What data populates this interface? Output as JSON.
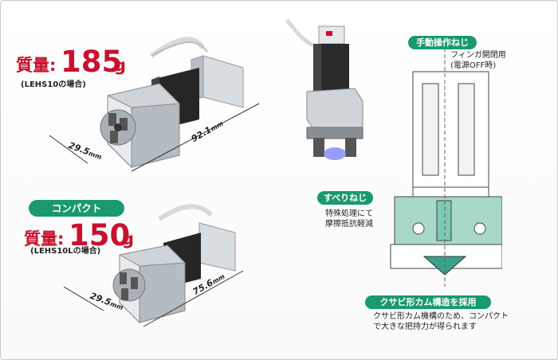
{
  "colors": {
    "accent_red": "#c8102e",
    "pill_green": "#1a9a6c",
    "teal": "#7ec8b4"
  },
  "top_product": {
    "mass_label": "質量:",
    "mass_value": "185",
    "mass_unit": "g",
    "model_note": "(LEHS10の場合)",
    "dim_width": "29.5",
    "dim_width_unit": "mm",
    "dim_length": "92.1",
    "dim_length_unit": "mm"
  },
  "bottom_product": {
    "badge": "コンパクト",
    "mass_label": "質量:",
    "mass_value": "150",
    "mass_unit": "g",
    "model_note": "(LEHS10Lの場合)",
    "dim_width": "29.5",
    "dim_width_unit": "mm",
    "dim_length": "75.6",
    "dim_length_unit": "mm"
  },
  "diagram": {
    "manual_screw": {
      "label": "手動操作ねじ",
      "desc_line1": "フィンガ開閉用",
      "desc_line2": "(電源OFF時)"
    },
    "slide_screw": {
      "label": "すべりねじ",
      "desc_line1": "特殊処理にて",
      "desc_line2": "摩擦抵抗軽減"
    },
    "wedge_cam": {
      "label": "クサビ形カム構造を採用",
      "desc_line1": "クサビ形カム機構のため、コンパクト",
      "desc_line2": "で大きな把持力が得られます"
    }
  }
}
